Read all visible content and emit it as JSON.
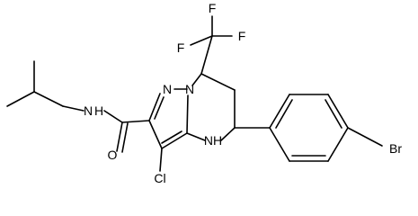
{
  "molecule": {
    "atoms": {
      "fluorine_1": "F",
      "fluorine_2": "F",
      "fluorine_3": "F",
      "amide_nitrogen": "N",
      "amide_hydrogen": "H",
      "amide_oxygen": "O",
      "ring_nitrogen_1": "N",
      "ring_nitrogen_2": "N",
      "amine_label": "NH",
      "chlorine": "Cl",
      "bromine": "Br"
    },
    "line_color": "#000000",
    "background": "#ffffff"
  }
}
